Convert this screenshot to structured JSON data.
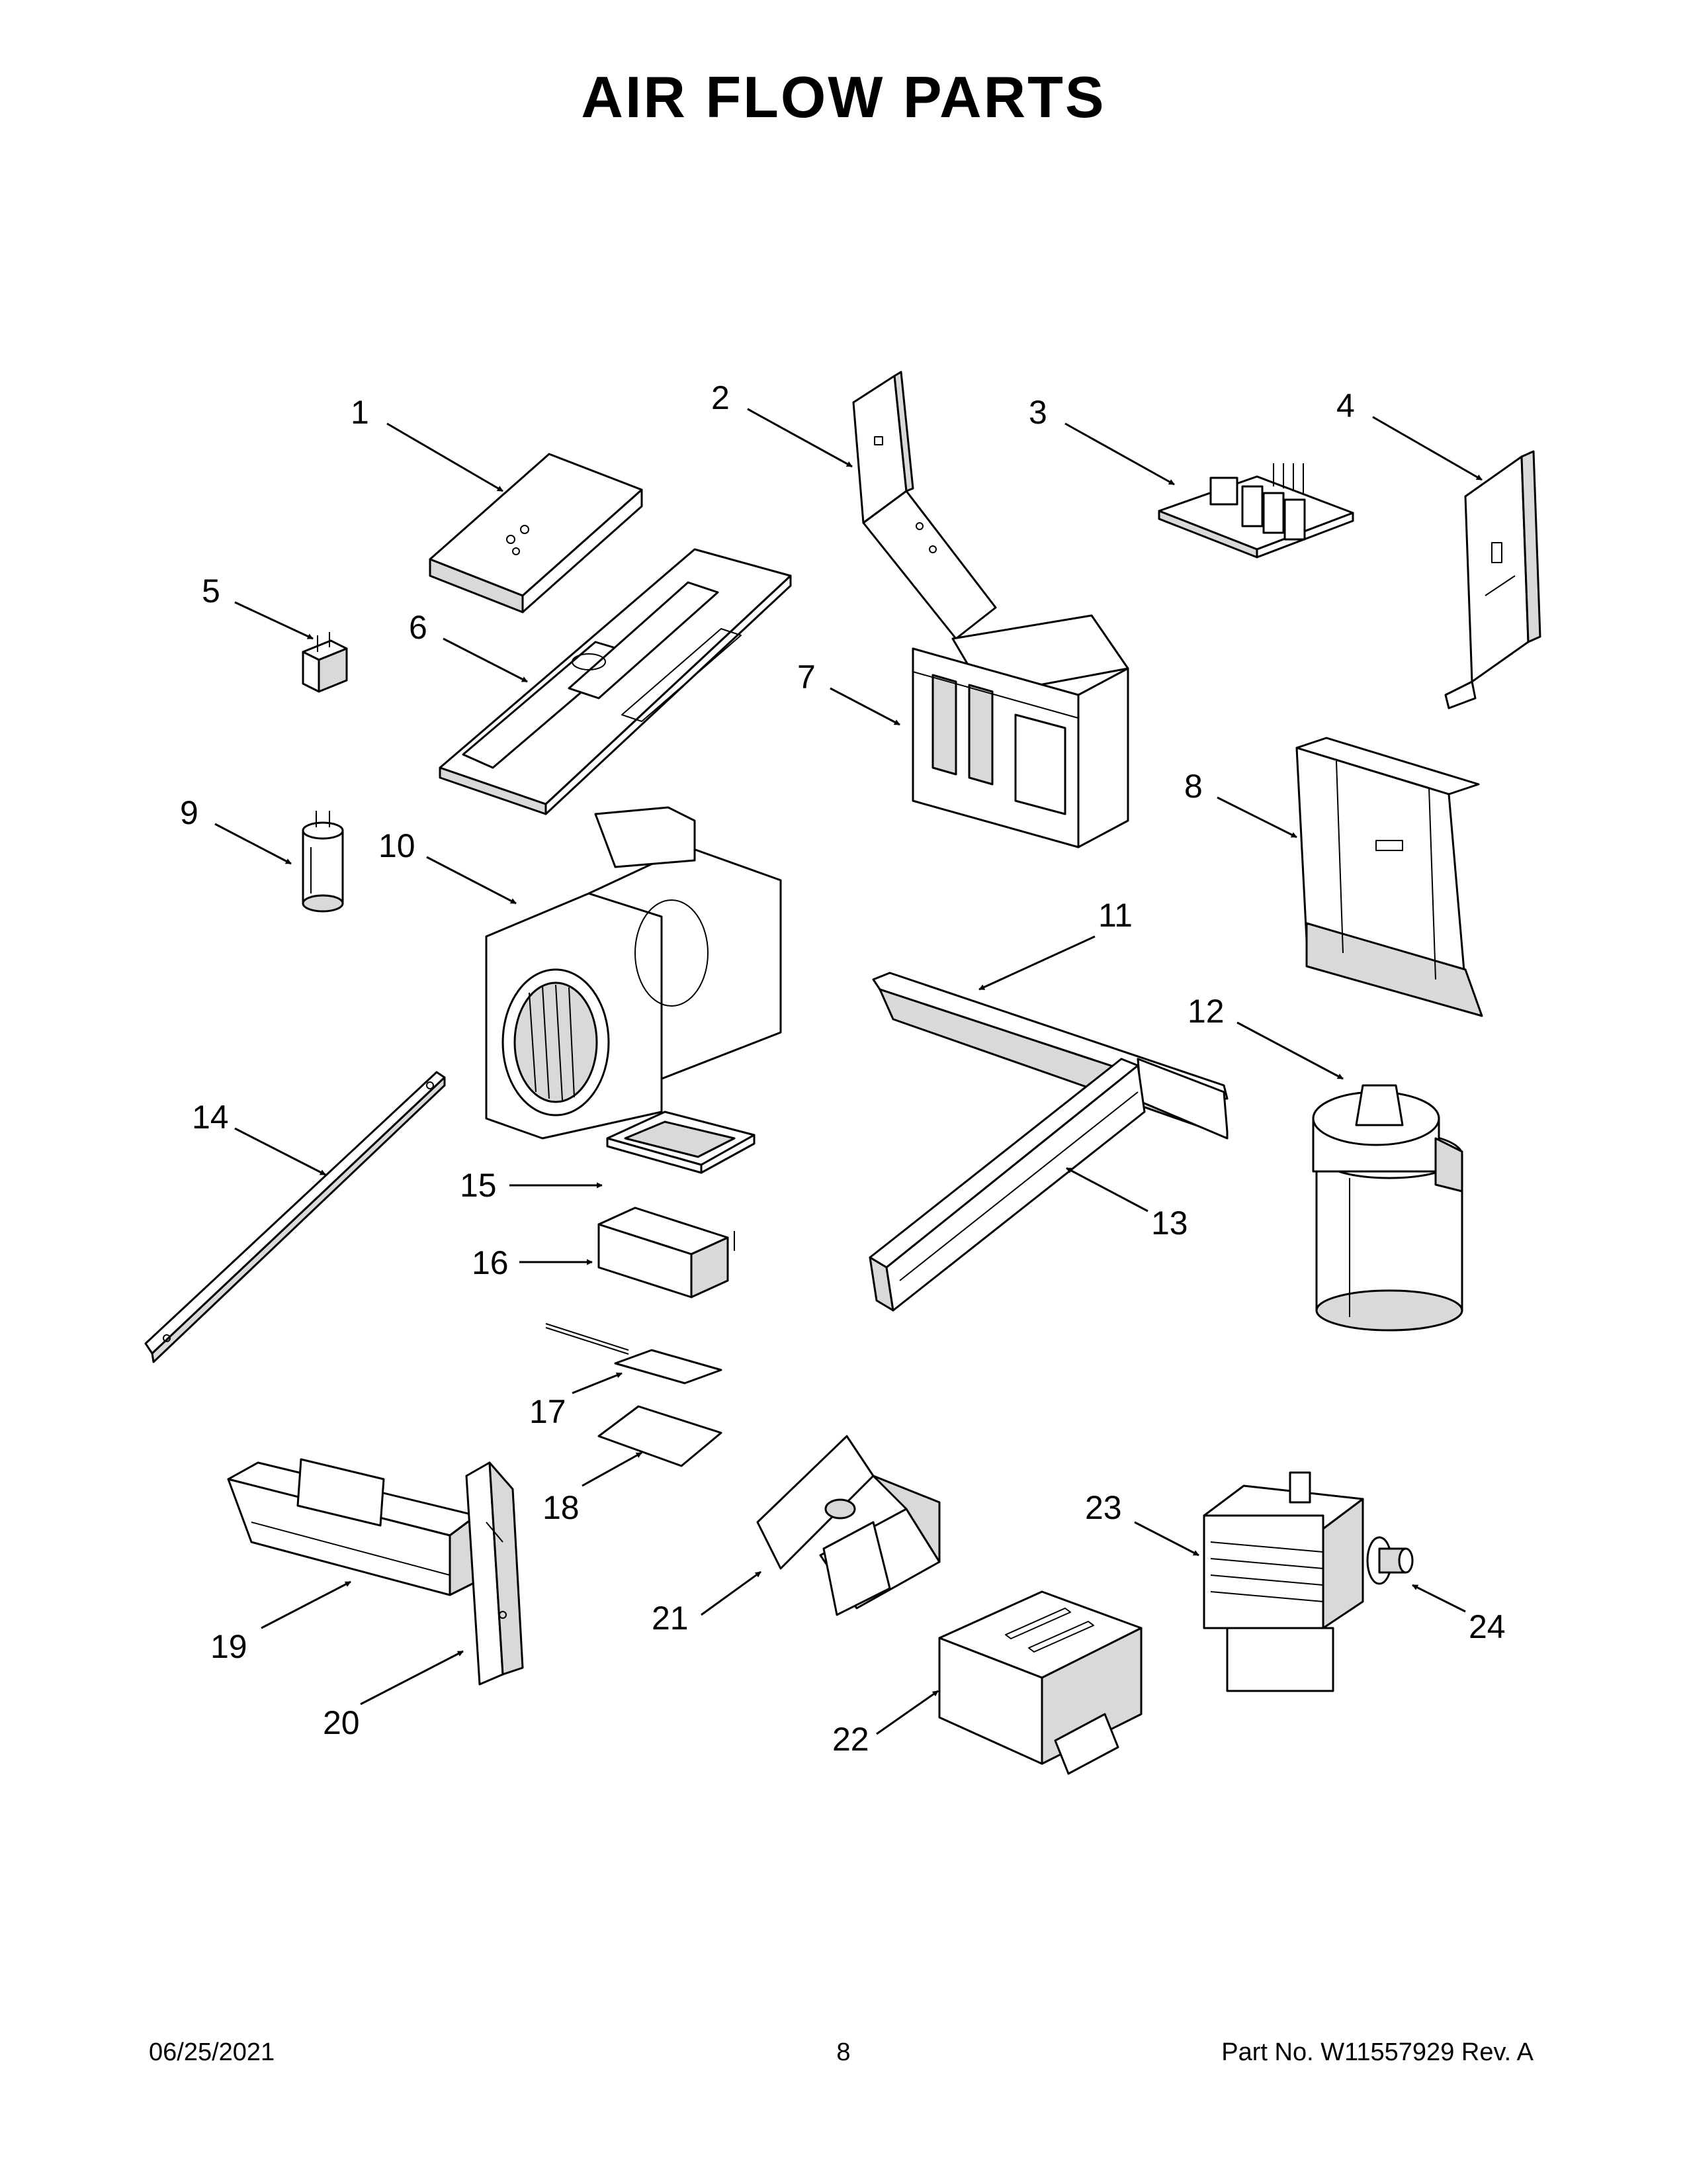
{
  "page": {
    "title": "AIR FLOW PARTS",
    "footer": {
      "date": "06/25/2021",
      "page_number": "8",
      "part_number": "Part No.  W11557929  Rev.  A"
    }
  },
  "callouts": [
    {
      "label": "1"
    },
    {
      "label": "2"
    },
    {
      "label": "3"
    },
    {
      "label": "4"
    },
    {
      "label": "5"
    },
    {
      "label": "6"
    },
    {
      "label": "7"
    },
    {
      "label": "8"
    },
    {
      "label": "9"
    },
    {
      "label": "10"
    },
    {
      "label": "11"
    },
    {
      "label": "12"
    },
    {
      "label": "13"
    },
    {
      "label": "14"
    },
    {
      "label": "15"
    },
    {
      "label": "16"
    },
    {
      "label": "17"
    },
    {
      "label": "18"
    },
    {
      "label": "19"
    },
    {
      "label": "20"
    },
    {
      "label": "21"
    },
    {
      "label": "22"
    },
    {
      "label": "23"
    },
    {
      "label": "24"
    }
  ]
}
